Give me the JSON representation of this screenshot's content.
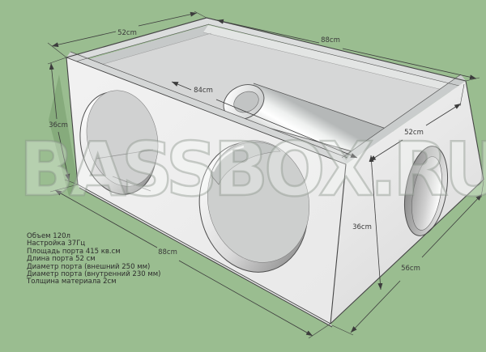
{
  "watermark": {
    "text": "BASSBOX.RU"
  },
  "specs": {
    "lines": [
      "Объем 120л",
      "Настройка 37Гц",
      "Площадь порта 415 кв.см",
      "Длина порта 52 см",
      "Диаметр порта (внешний 250 мм)",
      "Диаметр порта (внутренний 230 мм)",
      "Толщина материала 2см"
    ]
  },
  "dimensions": {
    "top_depth": "52cm",
    "top_width": "88cm",
    "internal_length": "84cm",
    "left_height": "36cm",
    "side_internal_depth": "52cm",
    "side_height": "36cm",
    "bottom_width": "88cm",
    "bottom_depth": "56cm"
  },
  "colors": {
    "background": "#9abd90",
    "ground_shadow": "#86ab7c",
    "box_face": "#eeeeee",
    "box_interior": "#d6d7d7",
    "outline": "#454545",
    "dimension_text": "#3a3a3a",
    "watermark": "#c8cec8"
  }
}
